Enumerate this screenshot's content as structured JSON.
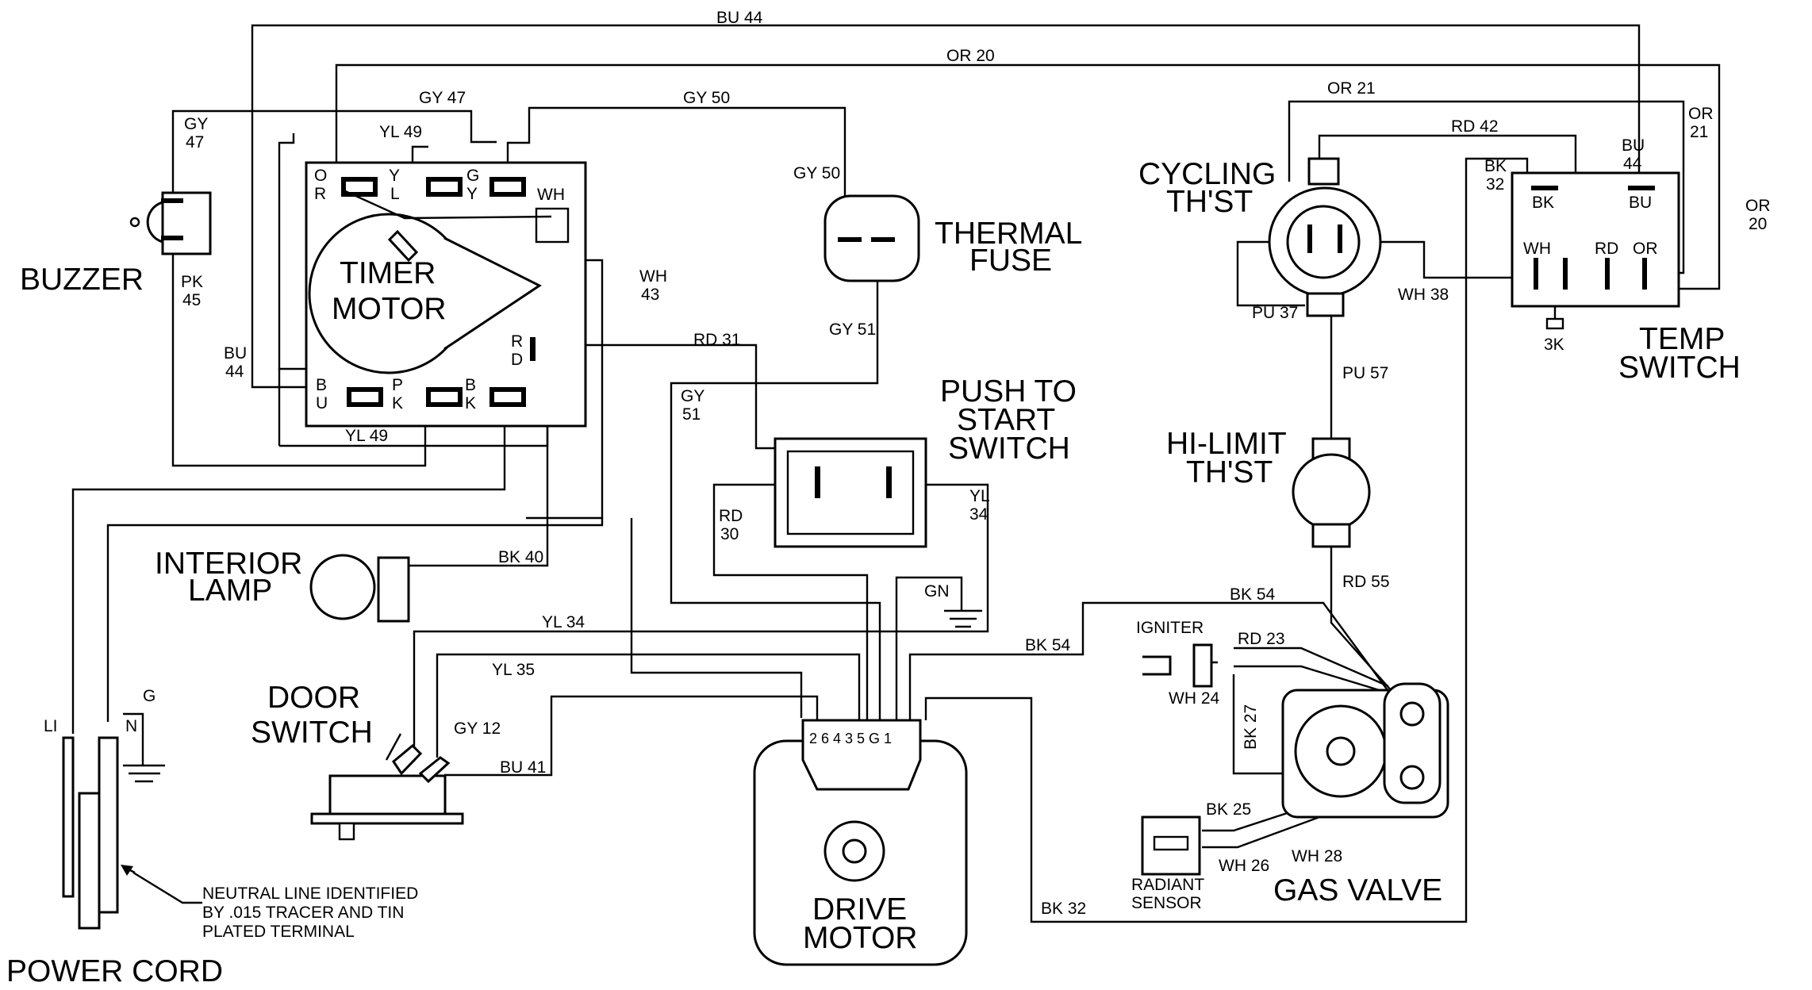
{
  "components": {
    "buzzer": "BUZZER",
    "timer_motor_1": "TIMER",
    "timer_motor_2": "MOTOR",
    "thermal_fuse_1": "THERMAL",
    "thermal_fuse_2": "FUSE",
    "push_start_1": "PUSH TO",
    "push_start_2": "START",
    "push_start_3": "SWITCH",
    "cycling_1": "CYCLING",
    "cycling_2": "TH'ST",
    "hilimit_1": "HI-LIMIT",
    "hilimit_2": "TH'ST",
    "temp_1": "TEMP",
    "temp_2": "SWITCH",
    "interior_lamp_1": "INTERIOR",
    "interior_lamp_2": "LAMP",
    "door_1": "DOOR",
    "door_2": "SWITCH",
    "drive_1": "DRIVE",
    "drive_2": "MOTOR",
    "gas_valve": "GAS VALVE",
    "power_cord": "POWER CORD",
    "igniter": "IGNITER",
    "radiant_1": "RADIANT",
    "radiant_2": "SENSOR"
  },
  "wires": {
    "bu44": "BU 44",
    "or20": "OR 20",
    "gy47": "GY 47",
    "gy50": "GY 50",
    "or21": "OR 21",
    "rd42": "RD 42",
    "gy_a": "GY",
    "n47": "47",
    "yl49": "YL 49",
    "gy50b": "GY 50",
    "pk": "PK",
    "n45": "45",
    "wh": "WH",
    "n43": "43",
    "bu": "BU",
    "n44": "44",
    "rd31": "RD 31",
    "gy51": "GY 51",
    "gy": "GY",
    "n51": "51",
    "yl49b": "YL 49",
    "rd": "RD",
    "n30": "30",
    "yl": "YL",
    "n34": "34",
    "gn": "GN",
    "bk40": "BK 40",
    "yl34": "YL 34",
    "yl35": "YL 35",
    "gy12": "GY 12",
    "bu41": "BU 41",
    "bk54a": "BK 54",
    "bk54b": "BK 54",
    "rd23": "RD 23",
    "wh24": "WH 24",
    "bk27": "BK 27",
    "bk25": "BK 25",
    "wh26": "WH 26",
    "wh28": "WH 28",
    "bk32": "BK 32",
    "rd55": "RD 55",
    "pu57": "PU 57",
    "pu37": "PU 37",
    "wh38": "WH 38",
    "bk": "BK",
    "n32": "32",
    "bu_t": "BU",
    "n44b": "44",
    "or_a": "OR",
    "n21": "21",
    "or_b": "OR",
    "n20": "20",
    "three_k": "3K",
    "li": "LI",
    "n": "N",
    "g": "G",
    "drive_pins": "2 6 4 3   5 G 1"
  },
  "terminals": {
    "timer_or": [
      "O",
      "R"
    ],
    "timer_yl": [
      "Y",
      "L"
    ],
    "timer_gy": [
      "G",
      "Y"
    ],
    "timer_wh": "WH",
    "timer_rd": [
      "R",
      "D"
    ],
    "timer_bu": [
      "B",
      "U"
    ],
    "timer_pk": [
      "P",
      "K"
    ],
    "timer_bk": [
      "B",
      "K"
    ],
    "temp_bk": "BK",
    "temp_bu": "BU",
    "temp_wh": "WH",
    "temp_rd": "RD",
    "temp_or": "OR"
  },
  "notes": {
    "neutral_1": "NEUTRAL LINE IDENTIFIED",
    "neutral_2": "BY .015 TRACER AND TIN",
    "neutral_3": "PLATED TERMINAL"
  }
}
